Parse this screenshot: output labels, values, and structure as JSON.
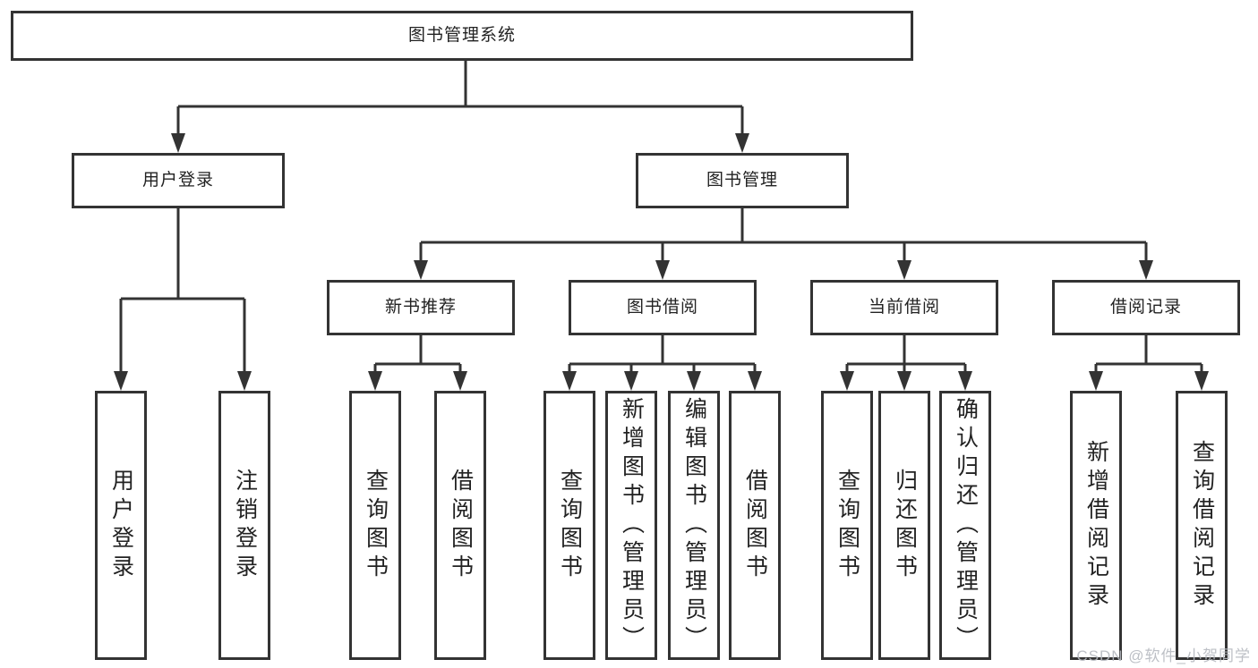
{
  "diagram": {
    "type": "hierarchy-tree",
    "watermark": "CSDN @软件_小贺同学",
    "colors": {
      "line": "#333333",
      "border": "#333333",
      "text": "#222222",
      "background": "#ffffff",
      "watermark": "#b6bac0"
    },
    "root": {
      "label": "图书管理系统",
      "children": [
        {
          "label": "用户登录",
          "children": [
            {
              "label": "用户登录"
            },
            {
              "label": "注销登录"
            }
          ]
        },
        {
          "label": "图书管理",
          "children": [
            {
              "label": "新书推荐",
              "children": [
                {
                  "label": "查询图书"
                },
                {
                  "label": "借阅图书"
                }
              ]
            },
            {
              "label": "图书借阅",
              "children": [
                {
                  "label": "查询图书"
                },
                {
                  "label": "新增图书（管理员）"
                },
                {
                  "label": "编辑图书（管理员）"
                },
                {
                  "label": "借阅图书"
                }
              ]
            },
            {
              "label": "当前借阅",
              "children": [
                {
                  "label": "查询图书"
                },
                {
                  "label": "归还图书"
                },
                {
                  "label": "确认归还（管理员）"
                }
              ]
            },
            {
              "label": "借阅记录",
              "children": [
                {
                  "label": "新增借阅记录"
                },
                {
                  "label": "查询借阅记录"
                }
              ]
            }
          ]
        }
      ]
    }
  }
}
